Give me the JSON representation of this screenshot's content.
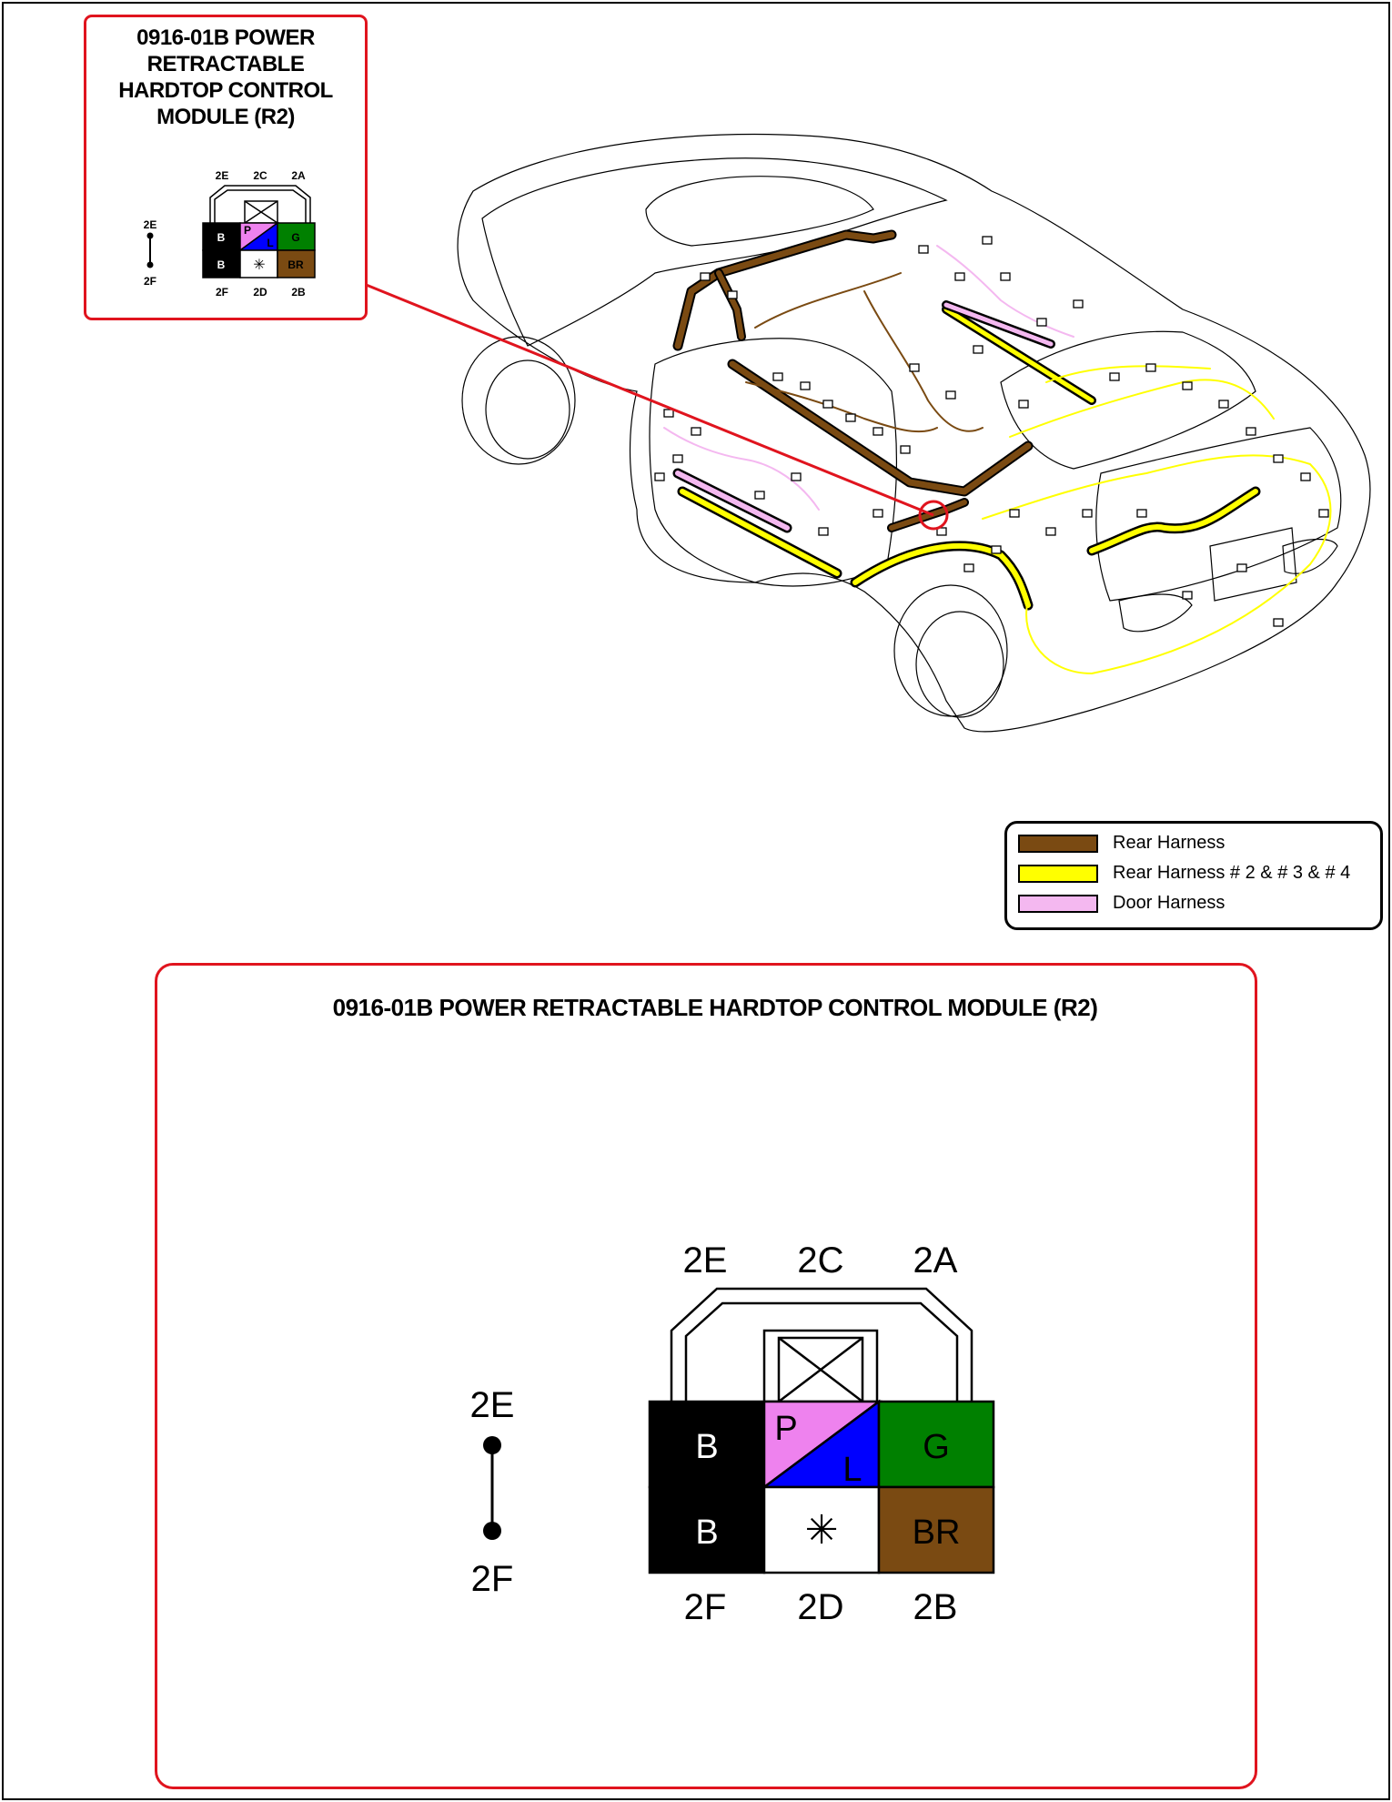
{
  "callout": {
    "title_lines": [
      "0916-01B POWER",
      "RETRACTABLE",
      "HARDTOP CONTROL",
      "MODULE (R2)"
    ]
  },
  "main": {
    "title": "0916-01B POWER RETRACTABLE HARDTOP CONTROL MODULE (R2)"
  },
  "connector": {
    "top_labels": [
      "2E",
      "2C",
      "2A"
    ],
    "bottom_labels": [
      "2F",
      "2D",
      "2B"
    ],
    "jumper_top": "2E",
    "jumper_bottom": "2F",
    "cells": {
      "top_left": {
        "text": "B",
        "color": "#000000"
      },
      "top_mid_upper": {
        "text": "P",
        "color": "#ee82ee"
      },
      "top_mid_lower": {
        "text": "L",
        "color": "#0000ff"
      },
      "top_right": {
        "text": "G",
        "color": "#008000"
      },
      "bottom_left": {
        "text": "B",
        "color": "#000000"
      },
      "bottom_mid": {
        "text": "✳",
        "color": "#ffffff"
      },
      "bottom_right": {
        "text": "BR",
        "color": "#7a4a12"
      }
    }
  },
  "legend": {
    "items": [
      {
        "label": "Rear Harness",
        "color": "#7a4a12"
      },
      {
        "label": "Rear Harness # 2 & # 3 & # 4",
        "color": "#ffff00"
      },
      {
        "label": "Door Harness",
        "color": "#f4b8f0"
      }
    ]
  },
  "colors": {
    "callout_red": "#e0141e",
    "rear_harness": "#7a4a12",
    "rear_harness_234": "#ffff00",
    "door_harness": "#f4b8f0"
  }
}
